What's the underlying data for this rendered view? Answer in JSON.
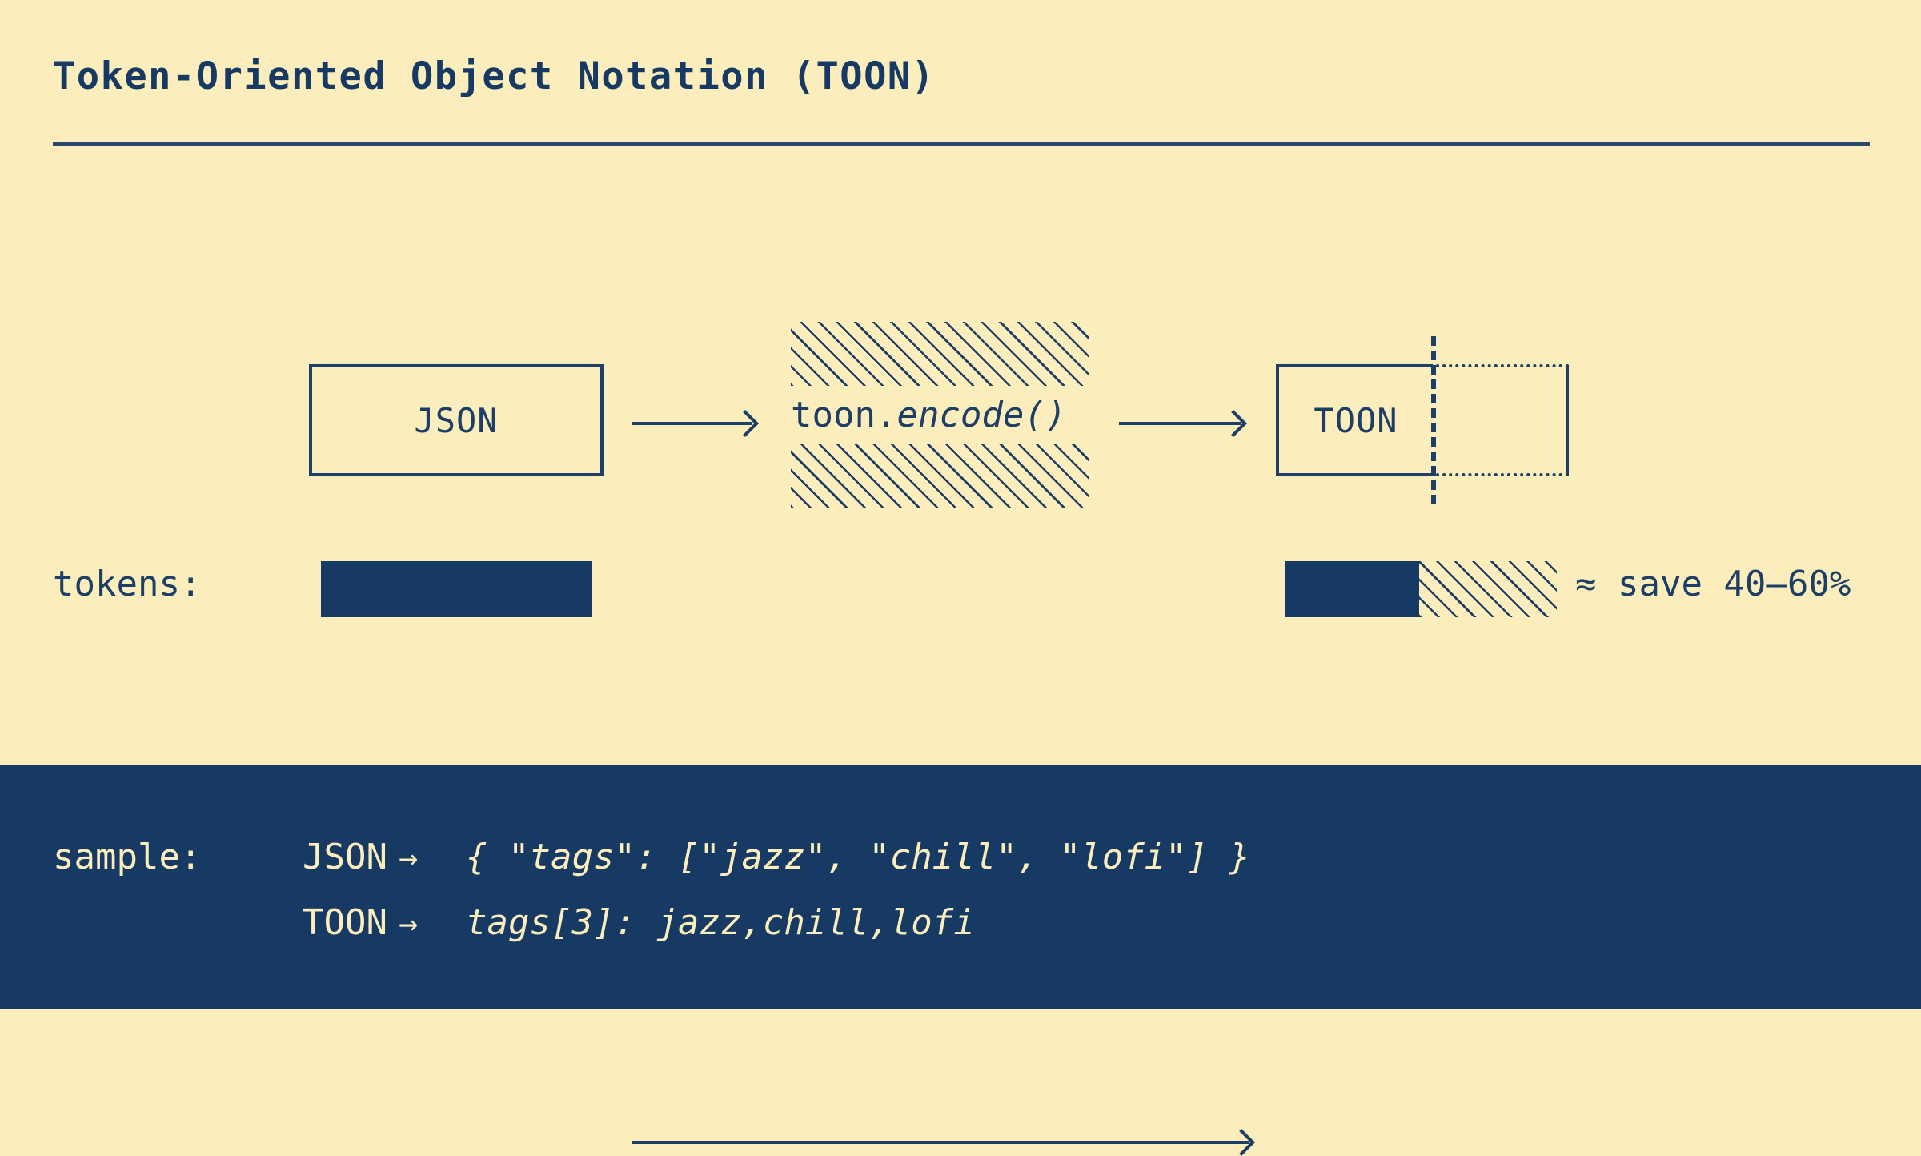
{
  "title": "Token-Oriented Object Notation (TOON)",
  "colors": {
    "background": "#fbeebc",
    "ink": "#163a63",
    "stroke": "#1d3e66"
  },
  "diagram": {
    "source_node": "JSON",
    "transform_prefix": "toon.",
    "transform_call": "encode()",
    "target_node": "TOON"
  },
  "tokens": {
    "label": "tokens:",
    "savings_note": "≈ save 40–60%",
    "json_bar_tokens_relative": 100,
    "toon_bar_solid_relative": 50,
    "toon_bar_saved_relative": 50
  },
  "sample": {
    "label": "sample:",
    "arrow": "→",
    "rows": [
      {
        "format": "JSON",
        "code": "{ \"tags\": [\"jazz\", \"chill\", \"lofi\"] }"
      },
      {
        "format": "TOON",
        "code": "tags[3]: jazz,chill,lofi"
      }
    ]
  },
  "chart_data": {
    "type": "bar",
    "title": "tokens:",
    "categories": [
      "JSON",
      "TOON"
    ],
    "values": [
      100,
      50
    ],
    "annotations": [
      "≈ save 40–60%"
    ],
    "xlabel": "",
    "ylabel": "tokens",
    "grid": false,
    "legend": "none"
  }
}
